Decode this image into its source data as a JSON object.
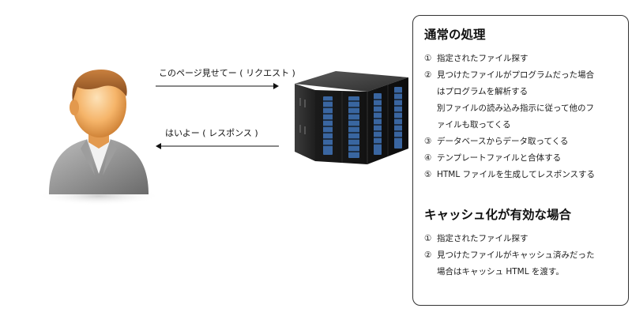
{
  "arrows": {
    "request_label": "このページ見せてー ( リクエスト )",
    "response_label": "はいよー ( レスポンス )"
  },
  "normal_section": {
    "title": "通常の処理",
    "steps": [
      {
        "num": "①",
        "text": "指定されたファイル探す"
      },
      {
        "num": "②",
        "text": "見つけたファイルがプログラムだった場合\nはプログラムを解析する\n別ファイルの読み込み指示に従って他のフ\nァイルも取ってくる"
      },
      {
        "num": "③",
        "text": "データベースからデータ取ってくる"
      },
      {
        "num": "④",
        "text": "テンプレートファイルと合体する"
      },
      {
        "num": "⑤",
        "text": "HTML ファイルを生成してレスポンスする"
      }
    ]
  },
  "cache_section": {
    "title": "キャッシュ化が有効な場合",
    "steps": [
      {
        "num": "①",
        "text": "指定されたファイル探す"
      },
      {
        "num": "②",
        "text": "見つけたファイルがキャッシュ済みだった\n場合はキャッシュ HTML を渡す。"
      }
    ]
  },
  "icons": {
    "user": "user-avatar-icon",
    "server": "server-rack-icon"
  }
}
